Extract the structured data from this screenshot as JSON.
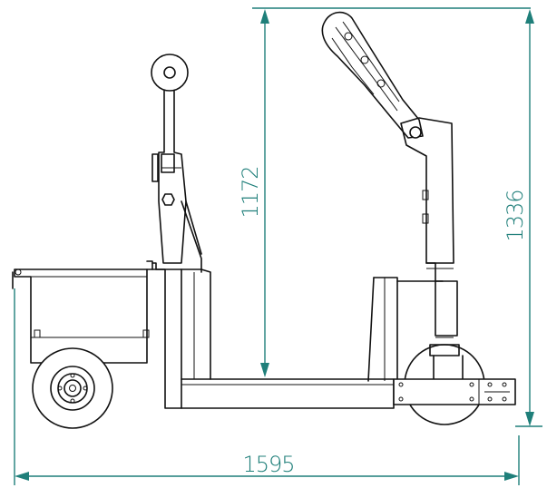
{
  "dimensions": {
    "length_label": "1595",
    "handle_height_label": "1172",
    "overall_height_label": "1336"
  },
  "colors": {
    "dimension": "#1f7f7a",
    "line": "#111111"
  }
}
